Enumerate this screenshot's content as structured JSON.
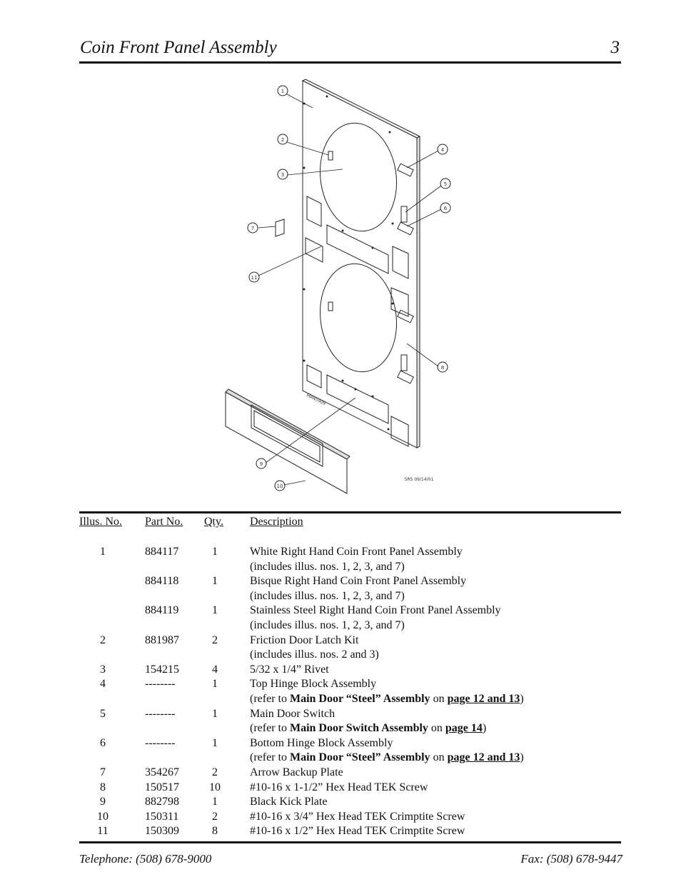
{
  "header": {
    "title": "Coin Front Panel Assembly",
    "page_number": "3"
  },
  "diagram": {
    "callouts": [
      "1",
      "2",
      "3",
      "4",
      "5",
      "6",
      "7",
      "8",
      "9",
      "10",
      "11"
    ],
    "stamp_panel": "MAN5909",
    "stamp_drawing": "SRS 09/14/01"
  },
  "table": {
    "headers": {
      "illus": "Illus. No.",
      "part": "Part No.",
      "qty": "Qty.",
      "desc": "Description"
    },
    "rows": [
      {
        "illus": "1",
        "part": "884117",
        "qty": "1",
        "lines": [
          {
            "text": "White Right Hand Coin Front Panel Assembly"
          },
          {
            "text": "(includes illus. nos. 1, 2, 3, and 7)"
          }
        ]
      },
      {
        "illus": "",
        "part": "884118",
        "qty": "1",
        "lines": [
          {
            "text": "Bisque Right Hand Coin Front Panel Assembly"
          },
          {
            "text": "(includes illus. nos. 1, 2, 3, and 7)"
          }
        ]
      },
      {
        "illus": "",
        "part": "884119",
        "qty": "1",
        "lines": [
          {
            "text": "Stainless Steel Right Hand Coin Front Panel Assembly"
          },
          {
            "text": "(includes illus. nos. 1, 2, 3, and 7)"
          }
        ]
      },
      {
        "illus": "2",
        "part": "881987",
        "qty": "2",
        "lines": [
          {
            "text": "Friction Door Latch Kit"
          },
          {
            "text": "(includes illus. nos. 2 and 3)"
          }
        ]
      },
      {
        "illus": "3",
        "part": "154215",
        "qty": "4",
        "lines": [
          {
            "text": "5/32 x 1/4” Rivet"
          }
        ]
      },
      {
        "illus": "4",
        "part": "--------",
        "qty": "1",
        "lines": [
          {
            "text": "Top Hinge Block Assembly"
          },
          {
            "ref": {
              "pre": "(refer to",
              "name": "Main Door “Steel” Assembly",
              "on": "on",
              "page": "page 12 and 13",
              "post": ")"
            }
          }
        ]
      },
      {
        "illus": "5",
        "part": "--------",
        "qty": "1",
        "lines": [
          {
            "text": "Main Door Switch"
          },
          {
            "ref": {
              "pre": "(refer to",
              "name": "Main Door Switch Assembly",
              "on": "on",
              "page": "page 14",
              "post": ")"
            }
          }
        ]
      },
      {
        "illus": "6",
        "part": "--------",
        "qty": "1",
        "lines": [
          {
            "text": "Bottom Hinge Block Assembly"
          },
          {
            "ref": {
              "pre": "(refer to",
              "name": "Main Door “Steel” Assembly",
              "on": "on",
              "page": "page 12 and 13",
              "post": ")"
            }
          }
        ]
      },
      {
        "illus": "7",
        "part": "354267",
        "qty": "2",
        "lines": [
          {
            "text": "Arrow Backup Plate"
          }
        ]
      },
      {
        "illus": "8",
        "part": "150517",
        "qty": "10",
        "lines": [
          {
            "text": "#10-16 x 1-1/2” Hex Head TEK Screw"
          }
        ]
      },
      {
        "illus": "9",
        "part": "882798",
        "qty": "1",
        "lines": [
          {
            "text": "Black Kick Plate"
          }
        ]
      },
      {
        "illus": "10",
        "part": "150311",
        "qty": "2",
        "lines": [
          {
            "text": "#10-16 x 3/4” Hex Head TEK Crimptite Screw"
          }
        ]
      },
      {
        "illus": "11",
        "part": "150309",
        "qty": "8",
        "lines": [
          {
            "text": "#10-16 x 1/2” Hex Head TEK Crimptite Screw"
          }
        ]
      }
    ]
  },
  "footer": {
    "telephone": "Telephone: (508) 678-9000",
    "fax": "Fax: (508) 678-9447"
  }
}
